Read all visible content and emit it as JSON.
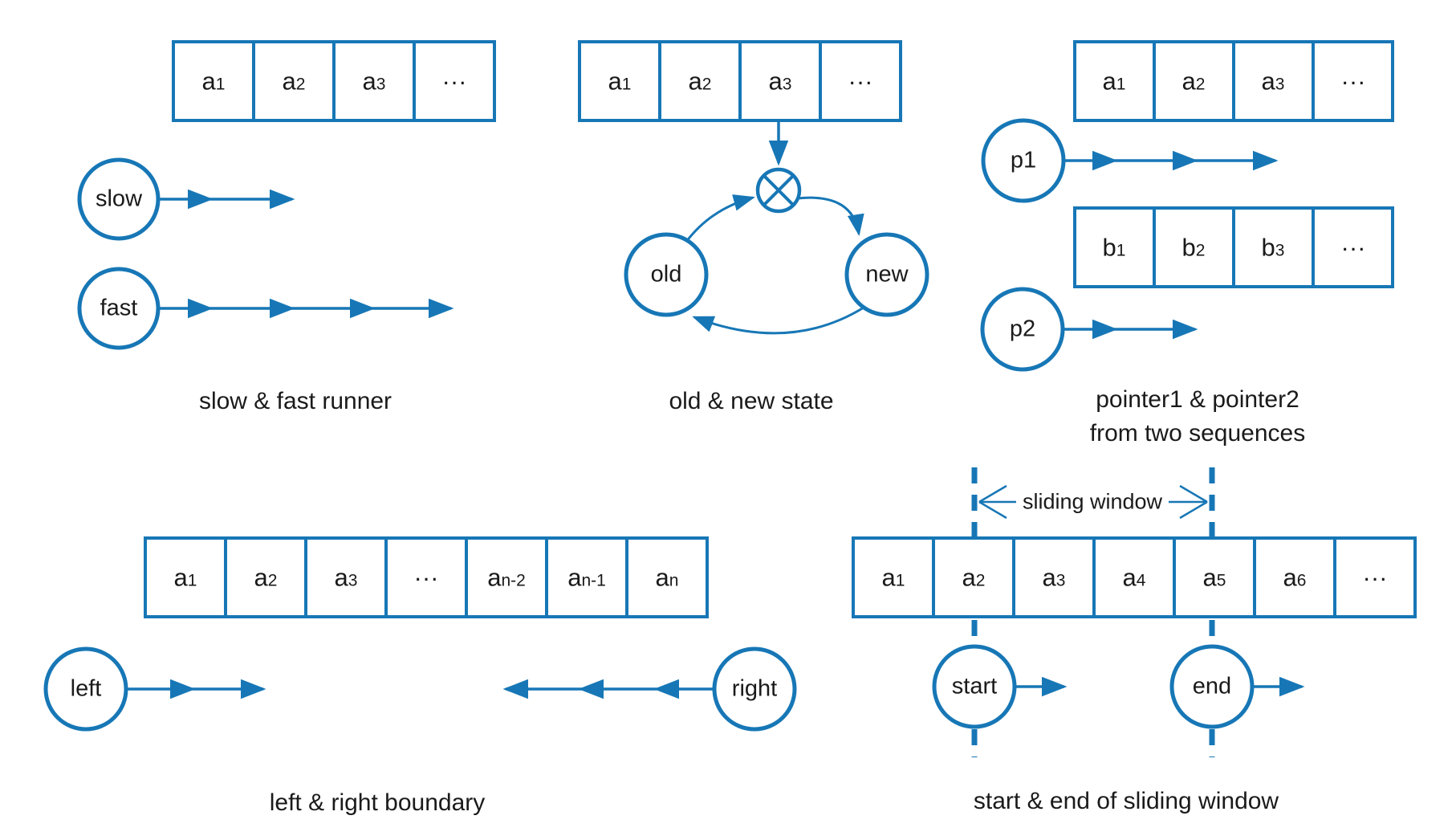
{
  "colors": {
    "accent": "#1777b6",
    "text": "#1a1a1a",
    "background": "#ffffff"
  },
  "panels": {
    "slow_fast": {
      "caption": "slow & fast runner",
      "slow_label": "slow",
      "fast_label": "fast",
      "array": [
        {
          "base": "a",
          "sub": "1"
        },
        {
          "base": "a",
          "sub": "2"
        },
        {
          "base": "a",
          "sub": "3"
        },
        {
          "base": "···",
          "sub": ""
        }
      ]
    },
    "old_new": {
      "caption": "old & new state",
      "old_label": "old",
      "new_label": "new",
      "array": [
        {
          "base": "a",
          "sub": "1"
        },
        {
          "base": "a",
          "sub": "2"
        },
        {
          "base": "a",
          "sub": "3"
        },
        {
          "base": "···",
          "sub": ""
        }
      ]
    },
    "two_pointers": {
      "caption_line1": "pointer1 & pointer2",
      "caption_line2": "from two sequences",
      "p1_label": "p1",
      "p2_label": "p2",
      "array_a": [
        {
          "base": "a",
          "sub": "1"
        },
        {
          "base": "a",
          "sub": "2"
        },
        {
          "base": "a",
          "sub": "3"
        },
        {
          "base": "···",
          "sub": ""
        }
      ],
      "array_b": [
        {
          "base": "b",
          "sub": "1"
        },
        {
          "base": "b",
          "sub": "2"
        },
        {
          "base": "b",
          "sub": "3"
        },
        {
          "base": "···",
          "sub": ""
        }
      ]
    },
    "left_right": {
      "caption": "left & right boundary",
      "left_label": "left",
      "right_label": "right",
      "array": [
        {
          "base": "a",
          "sub": "1"
        },
        {
          "base": "a",
          "sub": "2"
        },
        {
          "base": "a",
          "sub": "3"
        },
        {
          "base": "···",
          "sub": ""
        },
        {
          "base": "a",
          "sub": "n-2"
        },
        {
          "base": "a",
          "sub": "n-1"
        },
        {
          "base": "a",
          "sub": "n"
        }
      ]
    },
    "sliding_window": {
      "caption": "start & end of sliding window",
      "window_label": "sliding window",
      "start_label": "start",
      "end_label": "end",
      "array": [
        {
          "base": "a",
          "sub": "1"
        },
        {
          "base": "a",
          "sub": "2"
        },
        {
          "base": "a",
          "sub": "3"
        },
        {
          "base": "a",
          "sub": "4"
        },
        {
          "base": "a",
          "sub": "5"
        },
        {
          "base": "a",
          "sub": "6"
        },
        {
          "base": "···",
          "sub": ""
        }
      ]
    }
  }
}
